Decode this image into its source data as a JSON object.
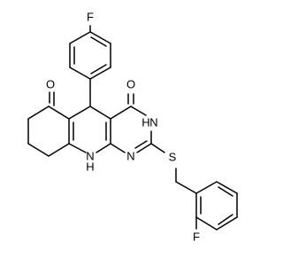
{
  "diagram": {
    "type": "chemical-structure",
    "atoms": {
      "f_top": "F",
      "o_ketone": "O",
      "o_amide": "O",
      "nh_amide": "N",
      "h_amide": "H",
      "n_ring": "N",
      "nh_bottom": "N",
      "h_bottom": "H",
      "s_thio": "S",
      "f_bottom": "F"
    }
  }
}
